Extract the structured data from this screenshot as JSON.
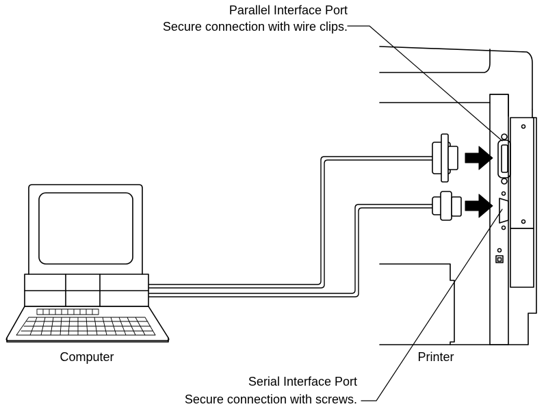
{
  "labels": {
    "parallel_port": "Parallel Interface Port",
    "parallel_note": "Secure connection with wire clips.",
    "serial_port": "Serial Interface Port",
    "serial_note": "Secure connection with screws.",
    "computer": "Computer",
    "printer": "Printer"
  },
  "colors": {
    "line": "#000000",
    "fill": "#ffffff"
  }
}
